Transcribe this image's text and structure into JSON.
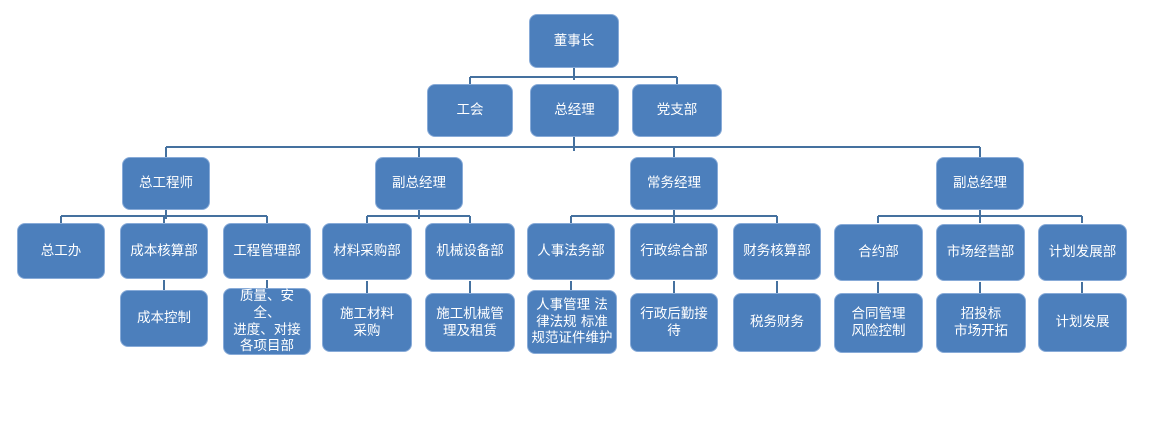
{
  "colors": {
    "box_fill": "#4c7fbc",
    "box_border": "#88abd8",
    "connector": "#45719f",
    "text": "#ffffff",
    "background": "#ffffff"
  },
  "org": {
    "root": {
      "label": "董事长"
    },
    "level2": [
      {
        "label": "工会"
      },
      {
        "label": "总经理"
      },
      {
        "label": "党支部"
      }
    ],
    "branches": [
      {
        "label": "总工程师",
        "departments": [
          {
            "label": "总工办",
            "duty": ""
          },
          {
            "label": "成本核算部",
            "duty": "成本控制"
          },
          {
            "label": "工程管理部",
            "duty": "质量、安全、\n进度、对接\n各项目部"
          }
        ]
      },
      {
        "label": "副总经理",
        "departments": [
          {
            "label": "材料采购部",
            "duty": "施工材料\n采购"
          },
          {
            "label": "机械设备部",
            "duty": "施工机械管\n理及租赁"
          }
        ]
      },
      {
        "label": "常务经理",
        "departments": [
          {
            "label": "人事法务部",
            "duty": "人事管理 法\n律法规 标准\n规范证件维护"
          },
          {
            "label": "行政综合部",
            "duty": "行政后勤接\n待"
          },
          {
            "label": "财务核算部",
            "duty": "税务财务"
          }
        ]
      },
      {
        "label": "副总经理",
        "departments": [
          {
            "label": "合约部",
            "duty": "合同管理\n风险控制"
          },
          {
            "label": "市场经营部",
            "duty": "招投标\n市场开拓"
          },
          {
            "label": "计划发展部",
            "duty": "计划发展"
          }
        ]
      }
    ]
  }
}
